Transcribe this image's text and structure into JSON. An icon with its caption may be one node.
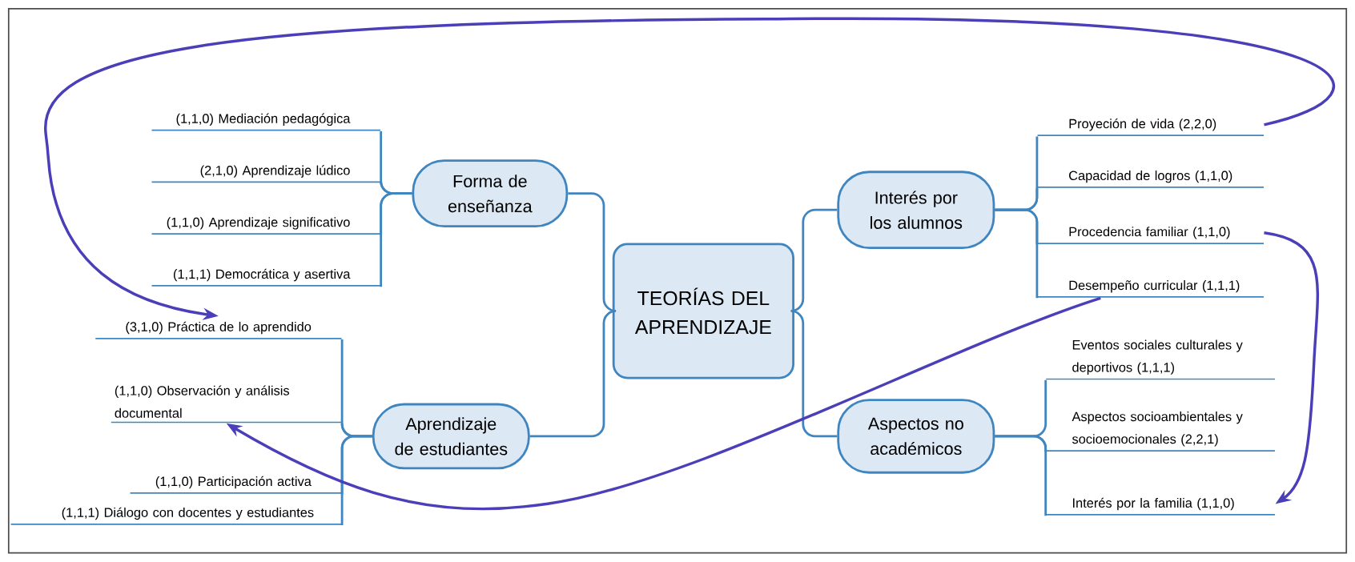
{
  "diagram": {
    "nodes": [
      {
        "text": [
          "TEORÍAS DEL APRENDIZAJE"
        ]
      },
      {
        "text": [
          "Forma de enseñanza"
        ]
      },
      {
        "text": [
          "Aprendizaje de estudiantes"
        ]
      },
      {
        "text": [
          "Interés por los alumnos"
        ]
      },
      {
        "text": [
          "Aspectos no académicos"
        ]
      },
      {
        "text": [
          "(1,1,0) Mediación pedagógica"
        ]
      },
      {
        "text": [
          "(2,1,0) Aprendizaje lúdico"
        ]
      },
      {
        "text": [
          "(1,1,0) Aprendizaje significativo"
        ]
      },
      {
        "text": [
          "(1,1,1) Democrática y asertiva"
        ]
      },
      {
        "text": [
          "(3,1,0) Práctica de lo aprendido"
        ]
      },
      {
        "text": [
          "(1,1,0) Observación y análisis documental"
        ]
      },
      {
        "text": [
          "(1,1,0) Participación activa"
        ]
      },
      {
        "text": [
          "(1,1,1) Diálogo con docentes y estudiantes"
        ]
      },
      {
        "text": [
          "Proyeción de vida (2,2,0)"
        ]
      },
      {
        "text": [
          "Capacidad de logros (1,1,0)"
        ]
      },
      {
        "text": [
          "Procedencia familiar (1,1,0)"
        ]
      },
      {
        "text": [
          "Desempeño curricular (1,1,1)"
        ]
      },
      {
        "text": [
          "Eventos sociales culturales y deportivos (1,1,1)"
        ]
      },
      {
        "text": [
          "Aspectos socioambientales y socioemocionales (2,2,1)"
        ]
      },
      {
        "text": [
          "Interés por la familia (1,1,0)"
        ]
      }
    ],
    "edges": [
      {
        "from": 0,
        "to": 1,
        "arrow": "none"
      },
      {
        "from": 0,
        "to": 2,
        "arrow": "none"
      },
      {
        "from": 0,
        "to": 3,
        "arrow": "none"
      },
      {
        "from": 0,
        "to": 4,
        "arrow": "none"
      },
      {
        "from": 1,
        "to": 5,
        "arrow": "none"
      },
      {
        "from": 1,
        "to": 6,
        "arrow": "none"
      },
      {
        "from": 1,
        "to": 7,
        "arrow": "none"
      },
      {
        "from": 1,
        "to": 8,
        "arrow": "none"
      },
      {
        "from": 2,
        "to": 9,
        "arrow": "none"
      },
      {
        "from": 2,
        "to": 10,
        "arrow": "none"
      },
      {
        "from": 2,
        "to": 11,
        "arrow": "none"
      },
      {
        "from": 2,
        "to": 12,
        "arrow": "none"
      },
      {
        "from": 3,
        "to": 13,
        "arrow": "none"
      },
      {
        "from": 3,
        "to": 14,
        "arrow": "none"
      },
      {
        "from": 3,
        "to": 15,
        "arrow": "none"
      },
      {
        "from": 3,
        "to": 16,
        "arrow": "none"
      },
      {
        "from": 4,
        "to": 17,
        "arrow": "none"
      },
      {
        "from": 4,
        "to": 18,
        "arrow": "none"
      },
      {
        "from": 4,
        "to": 19,
        "arrow": "none"
      },
      {
        "from": 13,
        "to": 9,
        "arrow": "to",
        "color": "#4a3fb8"
      },
      {
        "from": 15,
        "to": 19,
        "arrow": "to",
        "color": "#4a3fb8"
      },
      {
        "from": 16,
        "to": 10,
        "arrow": "to",
        "color": "#4a3fb8"
      }
    ]
  }
}
